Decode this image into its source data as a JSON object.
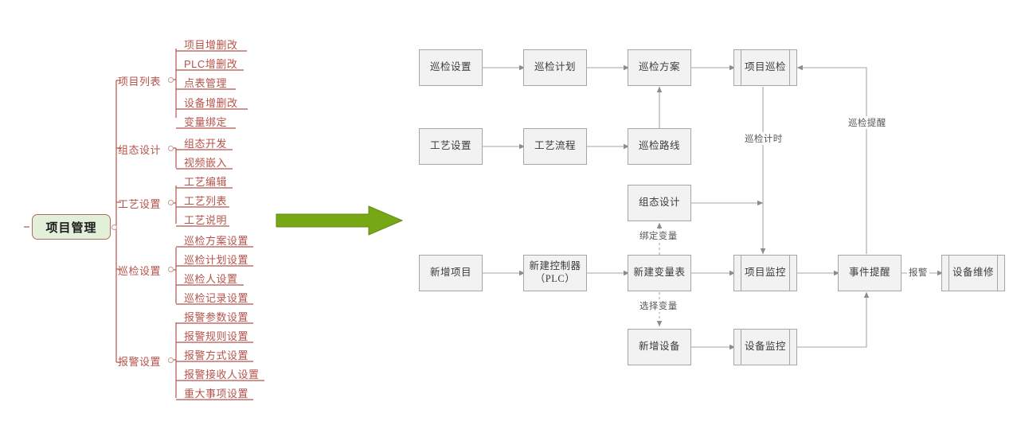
{
  "mindmap": {
    "root": {
      "label": "项目管理"
    },
    "branches": [
      {
        "label": "项目列表",
        "children": [
          "项目增删改",
          "PLC增删改",
          "点表管理",
          "设备增删改",
          "变量绑定"
        ]
      },
      {
        "label": "组态设计",
        "children": [
          "组态开发",
          "视频嵌入"
        ]
      },
      {
        "label": "工艺设置",
        "children": [
          "工艺编辑",
          "工艺列表",
          "工艺说明"
        ]
      },
      {
        "label": "巡检设置",
        "children": [
          "巡检方案设置",
          "巡检计划设置",
          "巡检人设置",
          "巡检记录设置"
        ]
      },
      {
        "label": "报警设置",
        "children": [
          "报警参数设置",
          "报警规则设置",
          "报警方式设置",
          "报警接收人设置",
          "重大事项设置"
        ]
      }
    ]
  },
  "transition": {
    "icon": "right-arrow-icon",
    "color": "#76a816"
  },
  "flowchart": {
    "nodes": [
      {
        "id": "n1",
        "label": "巡检设置",
        "shape": "process"
      },
      {
        "id": "n2",
        "label": "巡检计划",
        "shape": "process"
      },
      {
        "id": "n3",
        "label": "巡检方案",
        "shape": "process"
      },
      {
        "id": "n4",
        "label": "项目巡检",
        "shape": "predefined"
      },
      {
        "id": "n5",
        "label": "工艺设置",
        "shape": "process"
      },
      {
        "id": "n6",
        "label": "工艺流程",
        "shape": "process"
      },
      {
        "id": "n7",
        "label": "巡检路线",
        "shape": "process"
      },
      {
        "id": "n8",
        "label": "组态设计",
        "shape": "process"
      },
      {
        "id": "n9",
        "label": "新增项目",
        "shape": "process"
      },
      {
        "id": "n10",
        "label": "新建控制器\n（PLC）",
        "shape": "process"
      },
      {
        "id": "n11",
        "label": "新建变量表",
        "shape": "process"
      },
      {
        "id": "n12",
        "label": "项目监控",
        "shape": "predefined"
      },
      {
        "id": "n13",
        "label": "事件提醒",
        "shape": "process"
      },
      {
        "id": "n14",
        "label": "设备维修",
        "shape": "predefined"
      },
      {
        "id": "n15",
        "label": "新增设备",
        "shape": "process"
      },
      {
        "id": "n16",
        "label": "设备监控",
        "shape": "predefined"
      }
    ],
    "edge_labels": [
      {
        "id": "e1",
        "label": "巡检提醒"
      },
      {
        "id": "e2",
        "label": "巡检计时"
      },
      {
        "id": "e3",
        "label": "绑定变量"
      },
      {
        "id": "e4",
        "label": "选择变量"
      },
      {
        "id": "e5",
        "label": "报警"
      }
    ]
  }
}
